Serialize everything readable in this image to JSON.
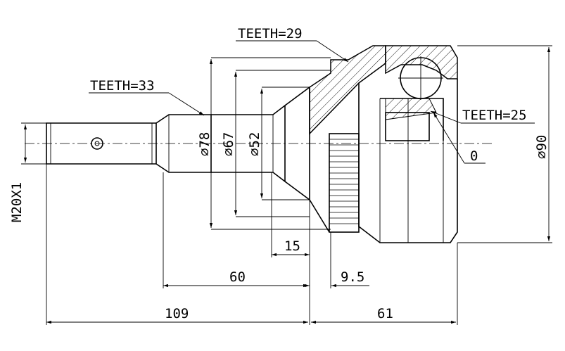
{
  "labels": {
    "teeth_outer": "TEETH=29",
    "teeth_shaft": "TEETH=33",
    "teeth_inner": "TEETH=25",
    "zero": "0",
    "thread": "M20X1",
    "diameter_outer": "⌀90",
    "diameter_78": "⌀78",
    "diameter_67": "⌀67",
    "diameter_52": "⌀52"
  },
  "dimensions": {
    "d15": "15",
    "d60": "60",
    "d9_5": "9.5",
    "d109": "109",
    "d61": "61"
  }
}
